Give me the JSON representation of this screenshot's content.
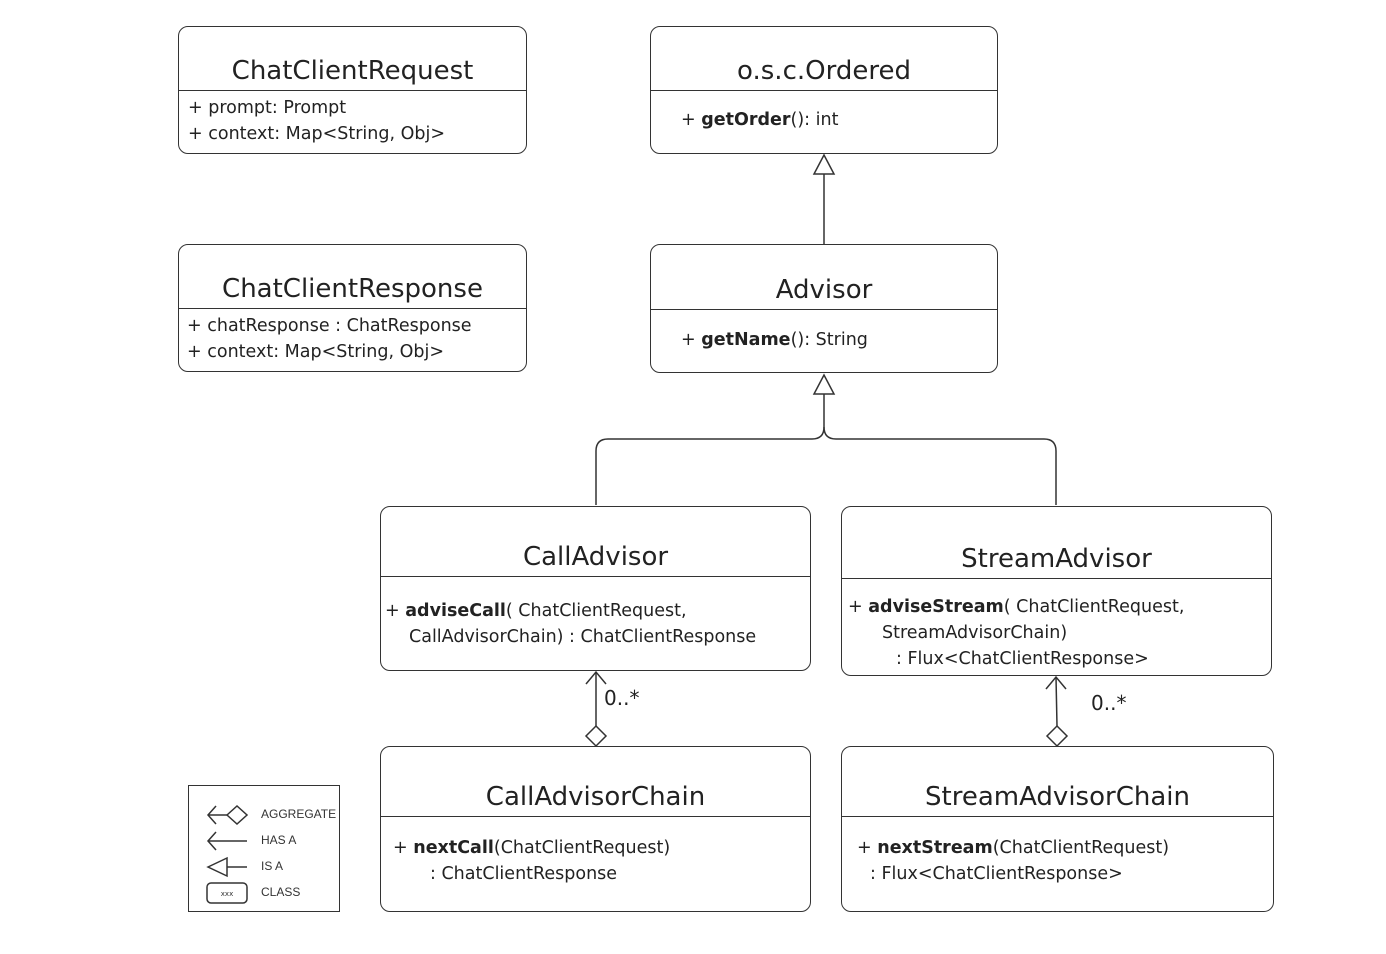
{
  "colors": {
    "stroke": "#333333",
    "text": "#222222",
    "background": "#ffffff"
  },
  "classes": {
    "chat_client_request": {
      "name": "ChatClientRequest",
      "members": [
        {
          "prefix": "+ ",
          "bold": "",
          "rest": "prompt: Prompt"
        },
        {
          "prefix": "+ ",
          "bold": "",
          "rest": "context: Map<String, Obj>"
        }
      ]
    },
    "chat_client_response": {
      "name": "ChatClientResponse",
      "members": [
        {
          "prefix": "+ ",
          "bold": "",
          "rest": "chatResponse : ChatResponse"
        },
        {
          "prefix": "+ ",
          "bold": "",
          "rest": "context: Map<String, Obj>"
        }
      ]
    },
    "ordered": {
      "name": "o.s.c.Ordered",
      "members": [
        {
          "prefix": "+ ",
          "bold": "getOrder",
          "rest": "(): int"
        }
      ]
    },
    "advisor": {
      "name": "Advisor",
      "members": [
        {
          "prefix": "+ ",
          "bold": "getName",
          "rest": "(): String"
        }
      ]
    },
    "call_advisor": {
      "name": "CallAdvisor",
      "members": [
        {
          "prefix": "+ ",
          "bold": "adviseCall",
          "rest": "( ChatClientRequest,"
        },
        {
          "prefix": "",
          "bold": "",
          "rest": "CallAdvisorChain) : ChatClientResponse"
        }
      ]
    },
    "stream_advisor": {
      "name": "StreamAdvisor",
      "members": [
        {
          "prefix": "+ ",
          "bold": "adviseStream",
          "rest": "( ChatClientRequest,"
        },
        {
          "prefix": "",
          "bold": "",
          "rest": "StreamAdvisorChain)"
        },
        {
          "prefix": "",
          "bold": "",
          "rest": ": Flux<ChatClientResponse>"
        }
      ]
    },
    "call_advisor_chain": {
      "name": "CallAdvisorChain",
      "members": [
        {
          "prefix": "+ ",
          "bold": "nextCall",
          "rest": "(ChatClientRequest)"
        },
        {
          "prefix": "",
          "bold": "",
          "rest": ": ChatClientResponse"
        }
      ]
    },
    "stream_advisor_chain": {
      "name": "StreamAdvisorChain",
      "members": [
        {
          "prefix": "+ ",
          "bold": "nextStream",
          "rest": "(ChatClientRequest)"
        },
        {
          "prefix": "",
          "bold": "",
          "rest": ": Flux<ChatClientResponse>"
        }
      ]
    }
  },
  "relations": [
    {
      "type": "is-a",
      "from": "advisor",
      "to": "ordered"
    },
    {
      "type": "is-a",
      "from": "call_advisor",
      "to": "advisor"
    },
    {
      "type": "is-a",
      "from": "stream_advisor",
      "to": "advisor"
    },
    {
      "type": "aggregate",
      "from": "call_advisor_chain",
      "to": "call_advisor",
      "multiplicity": "0..*"
    },
    {
      "type": "aggregate",
      "from": "stream_advisor_chain",
      "to": "stream_advisor",
      "multiplicity": "0..*"
    }
  ],
  "multiplicities": {
    "call": "0..*",
    "stream": "0..*"
  },
  "legend": {
    "aggregate": "AGGREGATE",
    "has_a": "HAS A",
    "is_a": "IS A",
    "class": "CLASS",
    "class_icon_text": "xxx",
    "aggregate_icon": "aggregate-arrow-icon",
    "has_a_icon": "open-arrow-icon",
    "is_a_icon": "hollow-triangle-icon",
    "class_icon": "rounded-box-icon"
  }
}
